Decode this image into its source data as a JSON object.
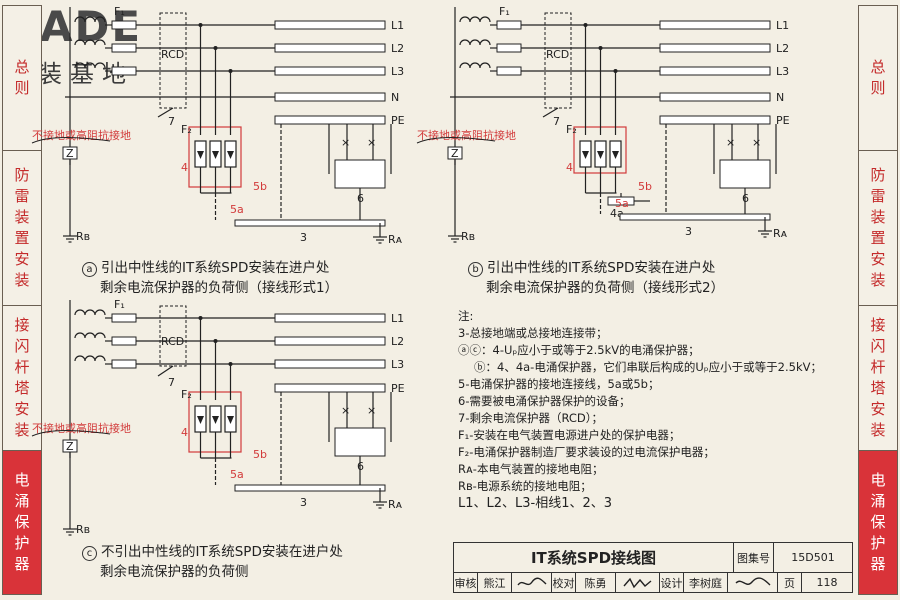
{
  "logo": {
    "brand": "BADE",
    "sub": "建装基地"
  },
  "sidebar_left": [
    {
      "label": "总则",
      "active": false
    },
    {
      "label": "防雷装置安装",
      "active": false
    },
    {
      "label": "接闪杆塔安装",
      "active": false
    },
    {
      "label": "电涌保护器",
      "active": true
    }
  ],
  "sidebar_right": [
    {
      "label": "总则",
      "active": false
    },
    {
      "label": "防雷装置安装",
      "active": false
    },
    {
      "label": "接闪杆塔安装",
      "active": false
    },
    {
      "label": "电涌保护器",
      "active": true
    }
  ],
  "diagram_labels": {
    "lines": [
      "L1",
      "L2",
      "L3",
      "N",
      "PE"
    ],
    "fuse1": "F₁",
    "fuse2": "F₂",
    "rcd": "RCD",
    "seven": "7",
    "four": "4",
    "four_a": "4a",
    "three": "3",
    "six": "6",
    "five_a": "5a",
    "five_b": "5b",
    "rb": "Rʙ",
    "ra": "Rᴀ",
    "ground_note": "不接地或高阻抗接地",
    "z": "Z"
  },
  "captions": {
    "a_marker": "a",
    "a_line1": "引出中性线的IT系统SPD安装在进户处",
    "a_line2": "剩余电流保护器的负荷侧（接线形式1）",
    "b_marker": "b",
    "b_line1": "引出中性线的IT系统SPD安装在进户处",
    "b_line2": "剩余电流保护器的负荷侧（接线形式2）",
    "c_marker": "c",
    "c_line1": "不引出中性线的IT系统SPD安装在进户处",
    "c_line2": "剩余电流保护器的负荷侧"
  },
  "notes": [
    "注:",
    "3-总接地端或总接地连接带；",
    "ⓐⓒ：4-Uₚ应小于或等于2.5kV的电涌保护器；",
    "ⓑ：4、4a-电涌保护器，它们串联后构成的Uₚ应小于或等于2.5kV；",
    "5-电涌保护器的接地连接线，5a或5b；",
    "6-需要被电涌保护器保护的设备；",
    "7-剩余电流保护器（RCD）；",
    "F₁-安装在电气装置电源进户处的保护电器；",
    "F₂-电涌保护器制造厂要求装设的过电流保护电器；",
    "Rᴀ-本电气装置的接地电阻；",
    "Rʙ-电源系统的接地电阻；",
    "L1、L2、L3-相线1、2、3"
  ],
  "title_block": {
    "title": "IT系统SPD接线图",
    "atlas_label": "图集号",
    "atlas_no": "15D501",
    "review_label": "审核",
    "reviewer": "熊江",
    "check_label": "校对",
    "checker": "陈勇",
    "design_label": "设计",
    "designer": "李树庭",
    "page_label": "页",
    "page_no": "118"
  },
  "colors": {
    "red": "#d23a3a",
    "line": "#222222",
    "border": "#6a5f52",
    "active": "#d93339",
    "bg": "#f3efe4"
  }
}
